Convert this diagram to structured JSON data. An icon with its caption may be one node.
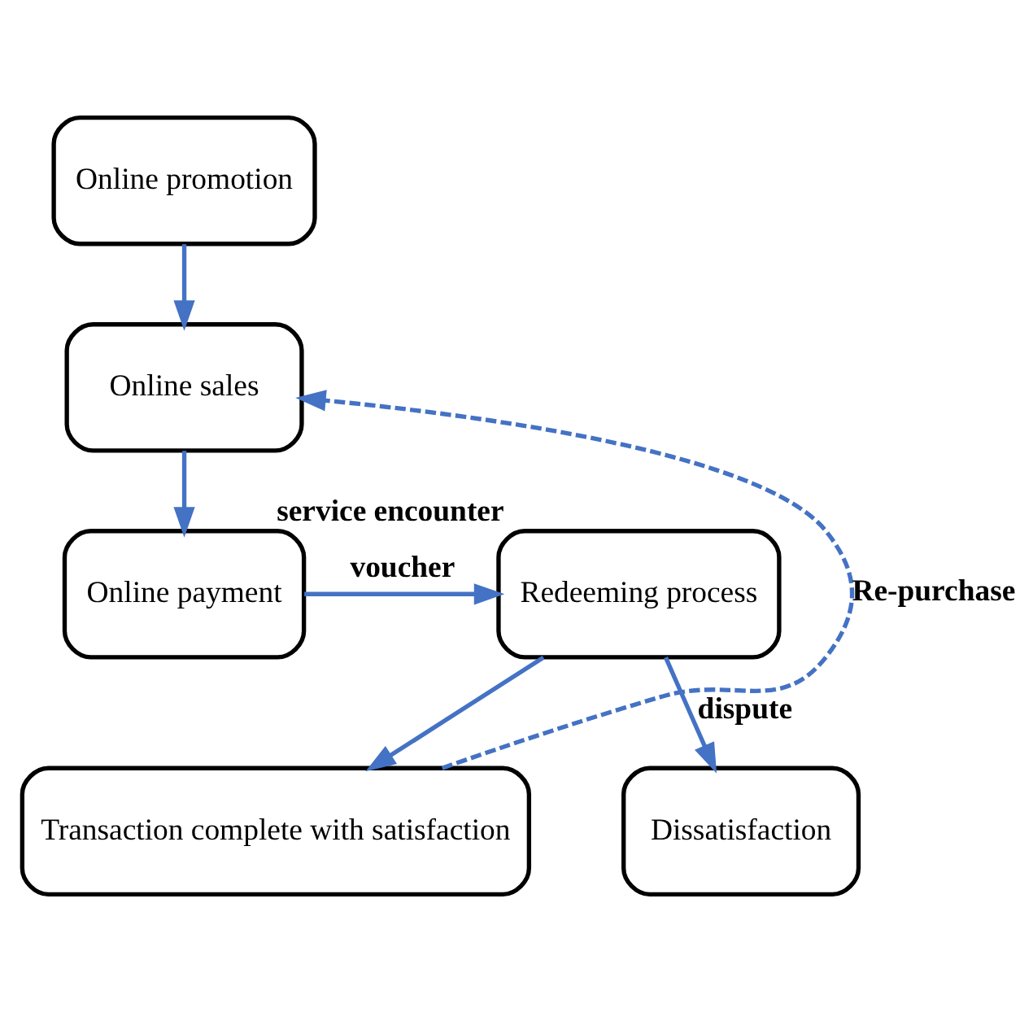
{
  "diagram": {
    "nodes": [
      {
        "text": [
          "Online promotion"
        ]
      },
      {
        "text": [
          "Online sales"
        ]
      },
      {
        "text": [
          "Online payment"
        ]
      },
      {
        "text": [
          "Redeeming process"
        ],
        "beside": [
          "service encounter"
        ]
      },
      {
        "text": [
          "Dissatisfaction"
        ]
      },
      {
        "text": [
          "Transaction complete with satisfaction"
        ]
      }
    ],
    "edges": [
      {
        "from": 0,
        "to": 1,
        "arrow": "to"
      },
      {
        "from": 1,
        "to": 2,
        "arrow": "to"
      },
      {
        "from": 2,
        "to": 3,
        "arrow": "to",
        "label": "voucher"
      },
      {
        "from": 3,
        "to": 4,
        "arrow": "to",
        "label": "dispute"
      },
      {
        "from": 3,
        "to": 5,
        "arrow": "to"
      },
      {
        "from": 5,
        "to": 1,
        "arrow": "to",
        "label": "Re-purchase",
        "style": "dashed"
      }
    ]
  }
}
